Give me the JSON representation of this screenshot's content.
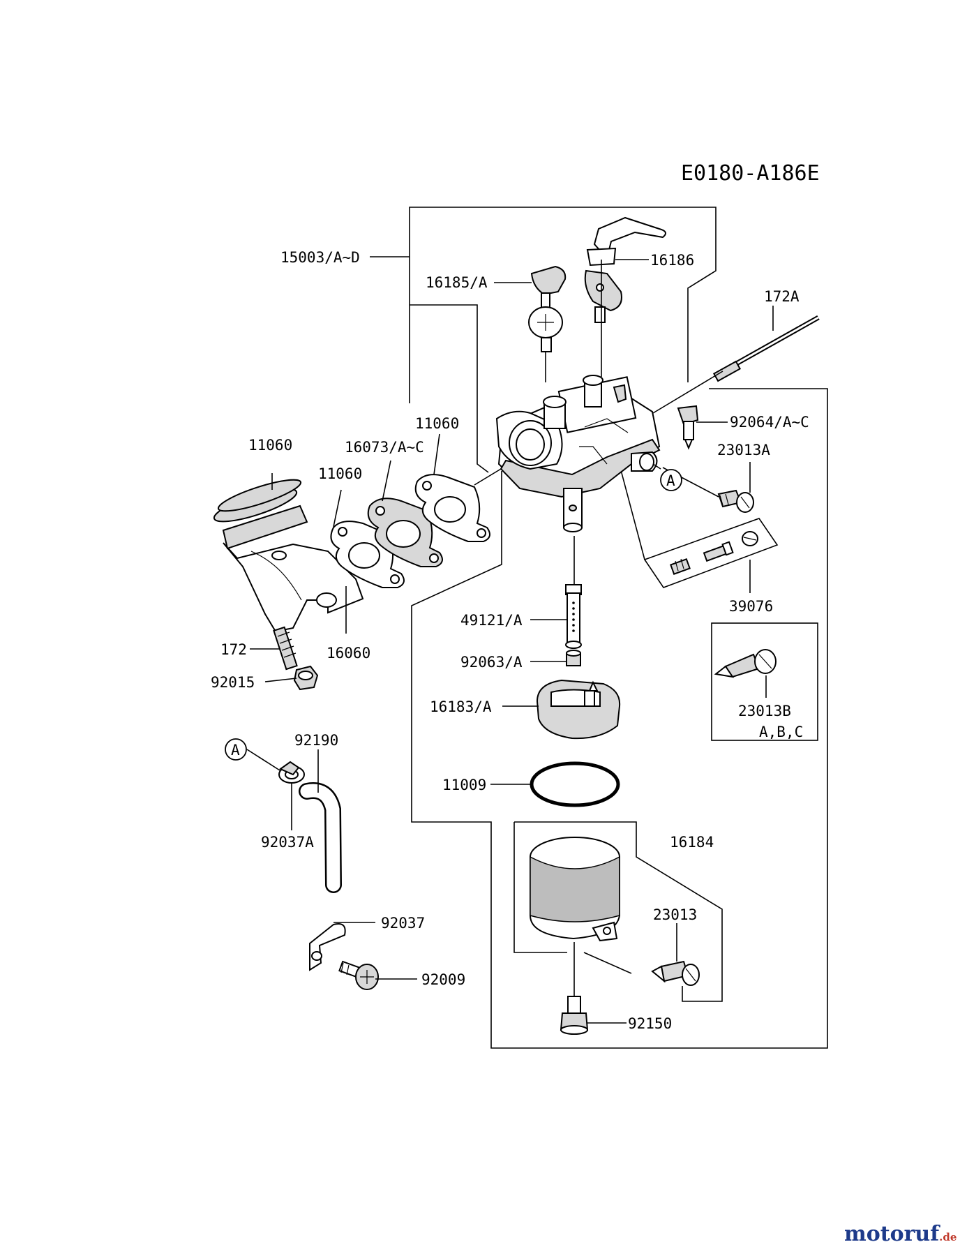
{
  "diagram_code": "E0180-A186E",
  "labels": {
    "p15003": "15003/A~D",
    "p16185": "16185/A",
    "p16186": "16186",
    "p172a": "172A",
    "p92064": "92064/A~C",
    "p23013a": "23013A",
    "p11060_a": "11060",
    "p11060_b": "11060",
    "p11060_c": "11060",
    "p16073": "16073/A~C",
    "p172": "172",
    "p16060": "16060",
    "p92015": "92015",
    "p39076": "39076",
    "p49121": "49121/A",
    "p92063": "92063/A",
    "p16183": "16183/A",
    "p23013b": "23013B",
    "p23013b_var": "A,B,C",
    "p11009": "11009",
    "p92190": "92190",
    "p92037a": "92037A",
    "p92037": "92037",
    "p92009": "92009",
    "p16184": "16184",
    "p23013": "23013",
    "p92150": "92150"
  },
  "callout_marker": "A",
  "watermark": {
    "brand": "motoruf",
    "suffix": ".de"
  }
}
